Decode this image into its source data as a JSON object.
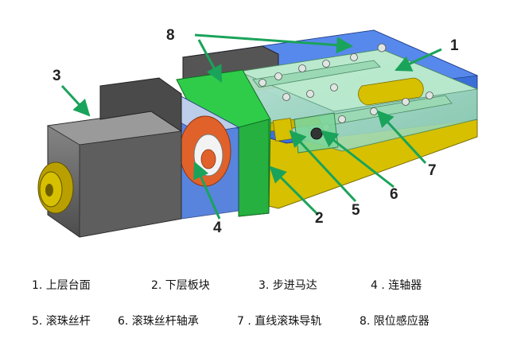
{
  "callouts": [
    {
      "id": "1",
      "text": "1"
    },
    {
      "id": "2",
      "text": "2"
    },
    {
      "id": "3",
      "text": "3"
    },
    {
      "id": "4",
      "text": "4"
    },
    {
      "id": "5",
      "text": "5"
    },
    {
      "id": "6",
      "text": "6"
    },
    {
      "id": "7",
      "text": "7"
    },
    {
      "id": "8",
      "text": "8"
    }
  ],
  "legend": [
    {
      "text": "1.  上层台面"
    },
    {
      "text": "2.  下层板块"
    },
    {
      "text": "3.  步进马达"
    },
    {
      "text": "4 . 连轴器"
    },
    {
      "text": "5.  滚珠丝杆"
    },
    {
      "text": "6.  滚珠丝杆轴承"
    },
    {
      "text": "7 . 直线滚珠导轨"
    },
    {
      "text": "8.  限位感应器"
    }
  ],
  "colors": {
    "arrow": "#1aa35a",
    "top_table": "#9fe0bb",
    "blue_plate": "#3b6fd8",
    "yellow_base": "#d6c000",
    "green_bracket": "#2fcc4a",
    "motor": "#6e6e6e",
    "coupler_orange": "#e0622a",
    "brass_knob": "#b9a000"
  }
}
